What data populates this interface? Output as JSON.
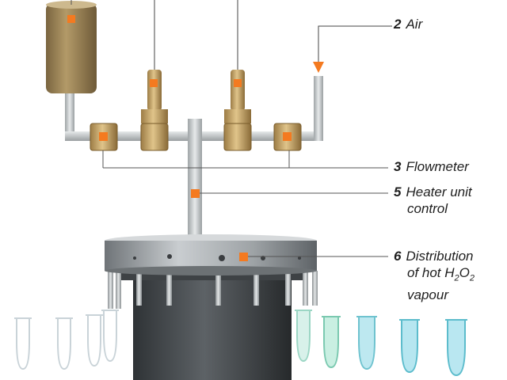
{
  "colors": {
    "marker": "#f47a20",
    "pipe": "#b9bdbe",
    "brass": "#c4a56a",
    "body": "#4a4f52",
    "text": "#1e1e1e"
  },
  "labels": {
    "air": {
      "number": "2",
      "text": "Air"
    },
    "flowmeter": {
      "number": "3",
      "text": "Flowmeter"
    },
    "heater": {
      "number": "5",
      "line1": "Heater unit",
      "line2": "control"
    },
    "distribution": {
      "number": "6",
      "line1": "Distribution",
      "line2_pre": "of hot H",
      "sub1": "2",
      "mid": "O",
      "sub2": "2",
      "line3": "vapour"
    }
  }
}
